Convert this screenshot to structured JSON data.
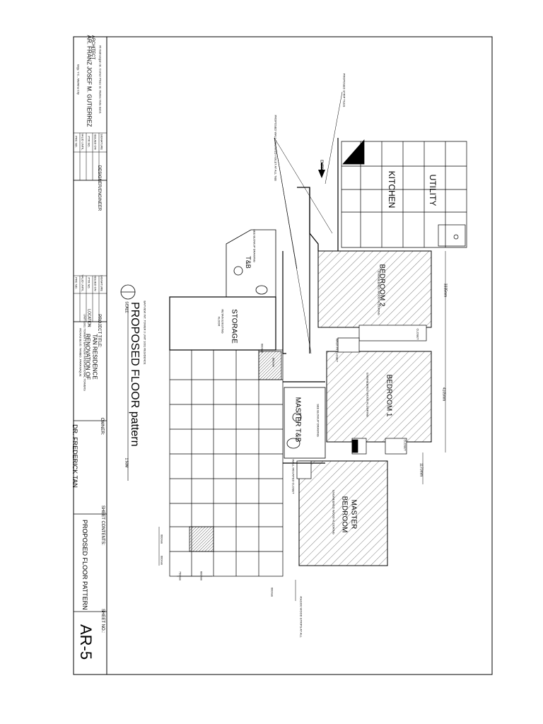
{
  "title_block": {
    "architect_label": "ARCHITECT",
    "architect_name": "AR. FRANZ JOSEF M. GUTIERREZ",
    "architect_address_1": "#6 Kalinangan St. Corner Pines St. Marina Vista Subd.",
    "architect_address_2": "Brgy. Y.C., Marikina City",
    "prc_rows_1": [
      "PRC NO.",
      "VALID UNTIL",
      "PTR NO.",
      "ISSUED ON",
      "SIGNATURE"
    ],
    "engineer_label": "DESIGNER/ENGINEER",
    "prc_rows_2": [
      "PRC NO.",
      "VALID UNTIL",
      "PTR NO.",
      "ISSUED ON",
      "SIGNATURE"
    ],
    "project_title_label": "PROJECT TITLE:",
    "project_title_1": "RENOVATION OF",
    "project_title_2": "TAN RESIDENCE",
    "location_label": "LOCATION:",
    "location_1": "UNIT 1001 TOWER 3 BAYVIEW INTERNATIONAL TOWERS",
    "location_2": "ROXAS BLVD. TAMBO, PARANAQUE",
    "owner_label": "OWNER:",
    "owner_name": "DR. FREDERICK TAN",
    "sheet_contents_label": "SHEET CONTENTS:",
    "sheet_contents": "PROPOSED FLOOR PATTERN",
    "sheet_no_label": "SHEET NO.:",
    "sheet_no": "AR-5"
  },
  "drawing": {
    "title": "PROPOSED FLOOR pattern",
    "subtitle": "BAYVIEW INT. TOWER 3 UNIT 1001 RESIDENCE",
    "scale_label": "SCALE",
    "scale_value": "1:50M",
    "entry_label": "ENTRY",
    "rooms": {
      "kitchen": "KITCHEN",
      "utility": "UTILITY",
      "bedroom2": "BEDROOM 2",
      "bedroom2_floor": "ENGINEERED WOOD FLOORING",
      "bedroom1": "BEDROOM 1",
      "bedroom1_floor": "ENGINEERED WOOD FLOORING",
      "master": "MASTER",
      "bedroom": "BEDROOM",
      "master_floor": "ENGINEERED WOOD FLOORING",
      "storage": "STORAGE",
      "storage_floor_1": "RETAIN EXISTING",
      "storage_floor_2": "FLOOR",
      "tb": "T&B",
      "master_tb": "MASTER T&B",
      "tb_note": "SEE BLOWUP DRAWING",
      "walkin_closet": "WALK-IN CLOSET",
      "closet": "CLOSET",
      "wall_mounted_closet": "WALL MOUNTED CLOSET"
    },
    "dimensions": {
      "d1": "3335mm",
      "d2": "4105mm",
      "d3": "1170mm",
      "d4": "600mm",
      "d5": "600mm",
      "d6": "600mm",
      "d7": "600mm",
      "d8": "600mm",
      "d9": "750mm",
      "d10": "600mm"
    },
    "notes": {
      "n1": "PROPOSED WALL-MOUNTED TOILET AT ALL T&B",
      "n2": "PROPOSED STRIP TILES",
      "n3": "40x1000 WOOD STRIPS AT ALL"
    }
  }
}
